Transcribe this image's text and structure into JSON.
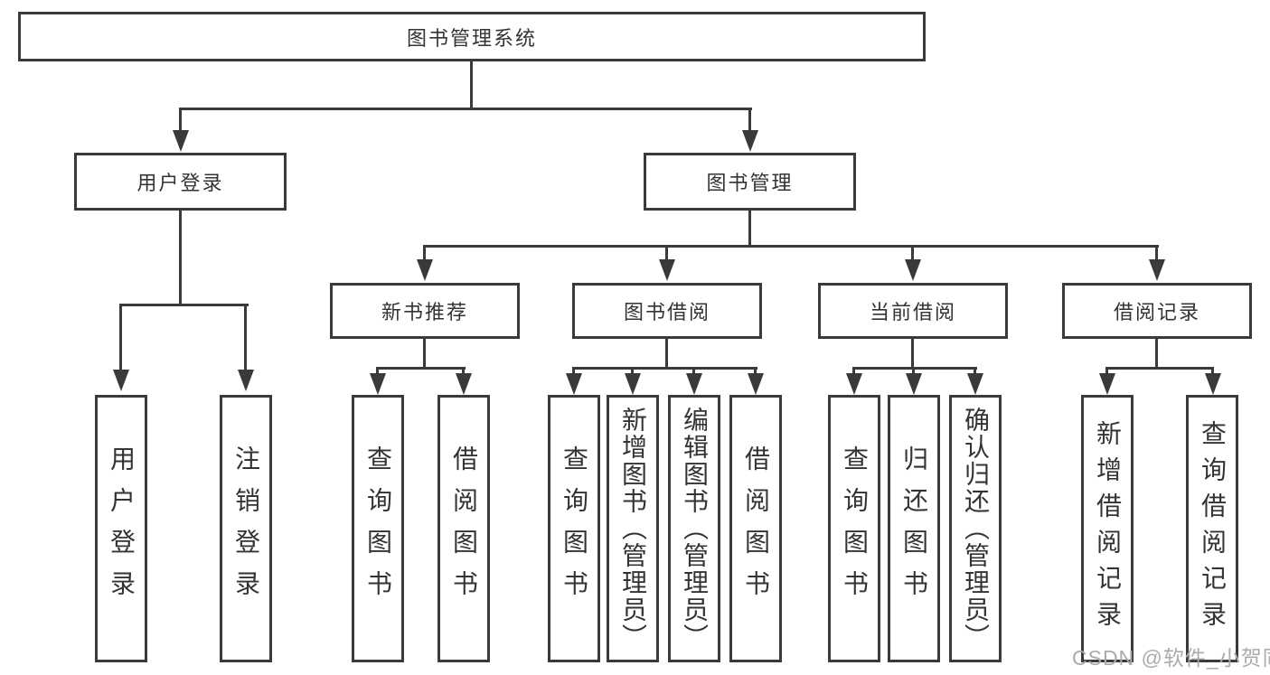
{
  "diagram": {
    "type": "hierarchy-tree",
    "colors": {
      "line": "#3a3a3a",
      "text": "#333333",
      "watermark": "#ababab",
      "background": "#ffffff"
    },
    "tree": {
      "root": {
        "label": "图书管理系统"
      },
      "level2": [
        {
          "label": "用户登录"
        },
        {
          "label": "图书管理"
        }
      ],
      "level3": [
        {
          "label": "新书推荐",
          "parent": "图书管理"
        },
        {
          "label": "图书借阅",
          "parent": "图书管理"
        },
        {
          "label": "当前借阅",
          "parent": "图书管理"
        },
        {
          "label": "借阅记录",
          "parent": "图书管理"
        }
      ],
      "leaves": [
        {
          "label": "用户登录",
          "parent": "用户登录"
        },
        {
          "label": "注销登录",
          "parent": "用户登录"
        },
        {
          "label": "查询图书",
          "parent": "新书推荐"
        },
        {
          "label": "借阅图书",
          "parent": "新书推荐"
        },
        {
          "label": "查询图书",
          "parent": "图书借阅"
        },
        {
          "label": "新增图书（管理员）",
          "parent": "图书借阅"
        },
        {
          "label": "编辑图书（管理员）",
          "parent": "图书借阅"
        },
        {
          "label": "借阅图书",
          "parent": "图书借阅"
        },
        {
          "label": "查询图书",
          "parent": "当前借阅"
        },
        {
          "label": "归还图书",
          "parent": "当前借阅"
        },
        {
          "label": "确认归还（管理员）",
          "parent": "当前借阅"
        },
        {
          "label": "新增借阅记录",
          "parent": "借阅记录"
        },
        {
          "label": "查询借阅记录",
          "parent": "借阅记录"
        }
      ]
    },
    "watermark": {
      "text": "CSDN @软件_小贺同学"
    }
  }
}
